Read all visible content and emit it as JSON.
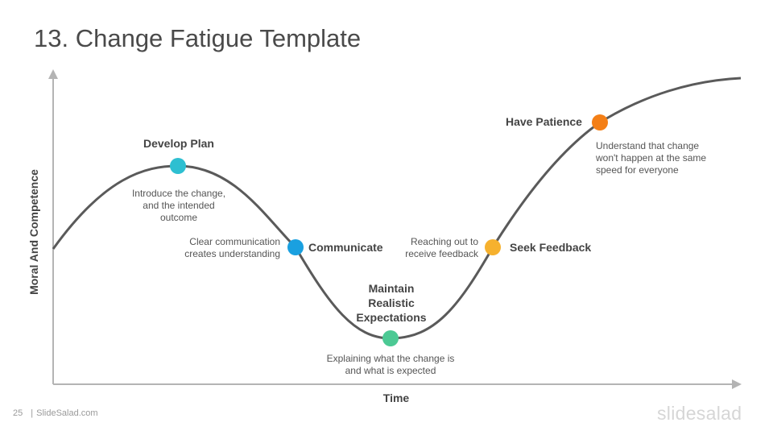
{
  "title": "13. Change Fatigue Template",
  "axes": {
    "y_label": "Moral And Competence",
    "x_label": "Time"
  },
  "stages": [
    {
      "label": "Develop Plan",
      "description": "Introduce the change,\nand the intended\noutcome",
      "color": "#2ebfd1"
    },
    {
      "label": "Communicate",
      "description": "Clear communication\ncreates understanding",
      "color": "#1aa0e0"
    },
    {
      "label": "Maintain\nRealistic\nExpectations",
      "description": "Explaining what the change is\nand what is expected",
      "color": "#4cc994"
    },
    {
      "label": "Seek Feedback",
      "description": "Reaching out to\nreceive feedback",
      "color": "#f6b12e"
    },
    {
      "label": "Have Patience",
      "description": "Understand that change\nwon't happen at the same\nspeed for everyone",
      "color": "#f47f16"
    }
  ],
  "footer": {
    "page_number": "25",
    "site": "SlideSalad.com",
    "brand": "slidesalad"
  },
  "colors": {
    "curve": "#5a5a5a",
    "axis": "#b4b4b4"
  }
}
